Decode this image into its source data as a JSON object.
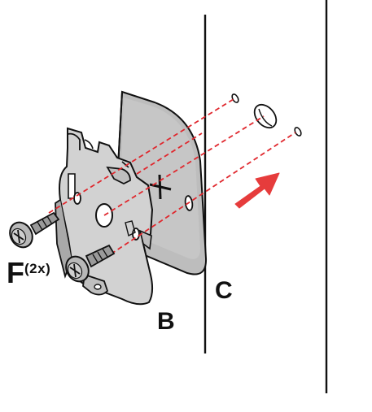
{
  "labels": {
    "screws": "F",
    "screw_quantity": "(2x)",
    "bracket": "B",
    "wall": "C"
  },
  "colors": {
    "line": "#111111",
    "part_fill": "#bcbcbc",
    "part_fill_light": "#d6d6d6",
    "guide": "#e0282e",
    "arrow": "#e63c3c"
  },
  "icons": {
    "direction": "arrow-right-up-icon",
    "screw": "screw-icon"
  }
}
